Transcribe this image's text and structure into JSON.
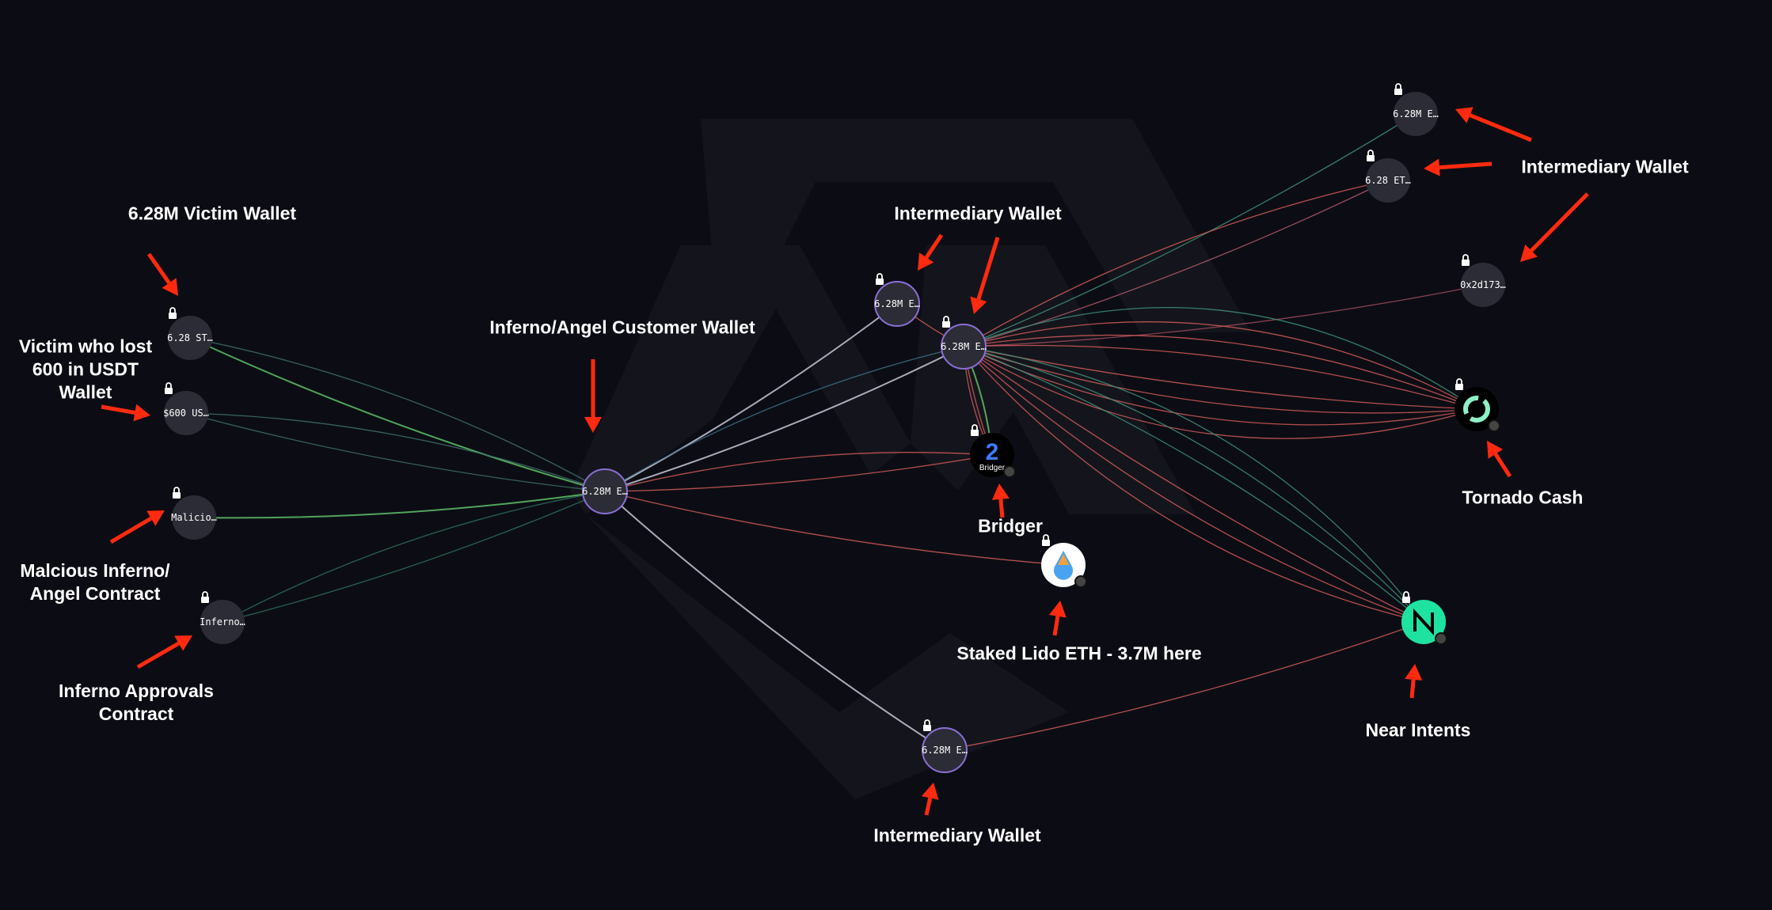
{
  "nodes": [
    {
      "id": "victim",
      "label": "6.28 ST…",
      "kind": "wallet",
      "locked": true
    },
    {
      "id": "usdt",
      "label": "$600 US…",
      "kind": "wallet",
      "locked": true
    },
    {
      "id": "malicious",
      "label": "Malicio…",
      "kind": "wallet",
      "locked": true
    },
    {
      "id": "inferno",
      "label": "Inferno…",
      "kind": "wallet",
      "locked": true
    },
    {
      "id": "center",
      "label": "6.28M E…",
      "kind": "highlight",
      "locked": false
    },
    {
      "id": "int1",
      "label": "6.28M E…",
      "kind": "highlight",
      "locked": true
    },
    {
      "id": "int2",
      "label": "6.28M E…",
      "kind": "highlight",
      "locked": true
    },
    {
      "id": "top1",
      "label": "6.28M E…",
      "kind": "wallet",
      "locked": true
    },
    {
      "id": "top2",
      "label": "6.28 ET…",
      "kind": "wallet",
      "locked": true
    },
    {
      "id": "addr",
      "label": "0x2d173…",
      "kind": "wallet",
      "locked": true
    },
    {
      "id": "tornado",
      "label": "",
      "kind": "tornado",
      "locked": true
    },
    {
      "id": "bridger",
      "label": "Bridger",
      "kind": "bridger",
      "locked": true
    },
    {
      "id": "lido",
      "label": "",
      "kind": "lido",
      "locked": true
    },
    {
      "id": "near",
      "label": "",
      "kind": "near",
      "locked": true
    },
    {
      "id": "bottom",
      "label": "6.28M E…",
      "kind": "highlight",
      "locked": true
    }
  ],
  "edges": [
    {
      "from": "victim",
      "to": "center",
      "color": "#5fbf6a"
    },
    {
      "from": "victim",
      "to": "center",
      "color": "#3f6f6a"
    },
    {
      "from": "usdt",
      "to": "center",
      "color": "#3f6f6a"
    },
    {
      "from": "usdt",
      "to": "center",
      "color": "#3f6f6a"
    },
    {
      "from": "malicious",
      "to": "center",
      "color": "#5fbf6a"
    },
    {
      "from": "inferno",
      "to": "center",
      "color": "#2f6f5a"
    },
    {
      "from": "inferno",
      "to": "center",
      "color": "#2f6f5a"
    },
    {
      "from": "center",
      "to": "int1",
      "color": "#c8c8d8"
    },
    {
      "from": "center",
      "to": "int2",
      "color": "#c8c8d8"
    },
    {
      "from": "center",
      "to": "int2",
      "color": "#3f6f8a"
    },
    {
      "from": "center",
      "to": "bridger",
      "color": "#d25a5a"
    },
    {
      "from": "center",
      "to": "bridger",
      "color": "#d25a5a"
    },
    {
      "from": "center",
      "to": "lido",
      "color": "#d25a5a"
    },
    {
      "from": "center",
      "to": "bottom",
      "color": "#c8c8d8"
    },
    {
      "from": "int1",
      "to": "int2",
      "color": "#d25a5a"
    },
    {
      "from": "int2",
      "to": "top1",
      "color": "#3f8f7a"
    },
    {
      "from": "int2",
      "to": "top2",
      "color": "#b05a6a"
    },
    {
      "from": "int2",
      "to": "top2",
      "color": "#d25a5a"
    },
    {
      "from": "int2",
      "to": "addr",
      "color": "#a04a5a"
    },
    {
      "from": "int2",
      "to": "tornado",
      "color": "#d25a5a"
    },
    {
      "from": "int2",
      "to": "tornado",
      "color": "#d25a5a"
    },
    {
      "from": "int2",
      "to": "tornado",
      "color": "#d25a5a"
    },
    {
      "from": "int2",
      "to": "tornado",
      "color": "#d25a5a"
    },
    {
      "from": "int2",
      "to": "tornado",
      "color": "#d25a5a"
    },
    {
      "from": "int2",
      "to": "tornado",
      "color": "#d25a5a"
    },
    {
      "from": "int2",
      "to": "tornado",
      "color": "#d25a5a"
    },
    {
      "from": "int2",
      "to": "tornado",
      "color": "#3f8f7a"
    },
    {
      "from": "int2",
      "to": "bridger",
      "color": "#d25a5a"
    },
    {
      "from": "int2",
      "to": "bridger",
      "color": "#5fbf6a"
    },
    {
      "from": "int2",
      "to": "bridger",
      "color": "#d25a5a"
    },
    {
      "from": "int2",
      "to": "near",
      "color": "#d25a5a"
    },
    {
      "from": "int2",
      "to": "near",
      "color": "#3f8f7a"
    },
    {
      "from": "int2",
      "to": "near",
      "color": "#d25a5a"
    },
    {
      "from": "int2",
      "to": "near",
      "color": "#3f8f7a"
    },
    {
      "from": "int2",
      "to": "near",
      "color": "#d25a5a"
    },
    {
      "from": "int2",
      "to": "near",
      "color": "#3f8f7a"
    },
    {
      "from": "bottom",
      "to": "near",
      "color": "#d25a5a"
    }
  ],
  "annotations": {
    "victim_wallet": "6.28M Victim Wallet",
    "usdt_victim_1": "Victim who lost",
    "usdt_victim_2": "600 in USDT",
    "usdt_victim_3": "Wallet",
    "malicious_1": "Malcious Inferno/",
    "malicious_2": "Angel Contract",
    "approvals_1": "Inferno Approvals",
    "approvals_2": "Contract",
    "customer_wallet": "Inferno/Angel Customer Wallet",
    "intermediary_top": "Intermediary Wallet",
    "intermediary_right": "Intermediary Wallet",
    "intermediary_bottom": "Intermediary Wallet",
    "bridger": "Bridger",
    "lido": "Staked Lido ETH - 3.7M here",
    "tornado": "Tornado Cash",
    "near": "Near Intents"
  },
  "colors": {
    "arrow": "#ff2a0f",
    "node": "#2c2c36",
    "highlight_ring": "#8b6fd6",
    "near": "#1ee3a0"
  }
}
